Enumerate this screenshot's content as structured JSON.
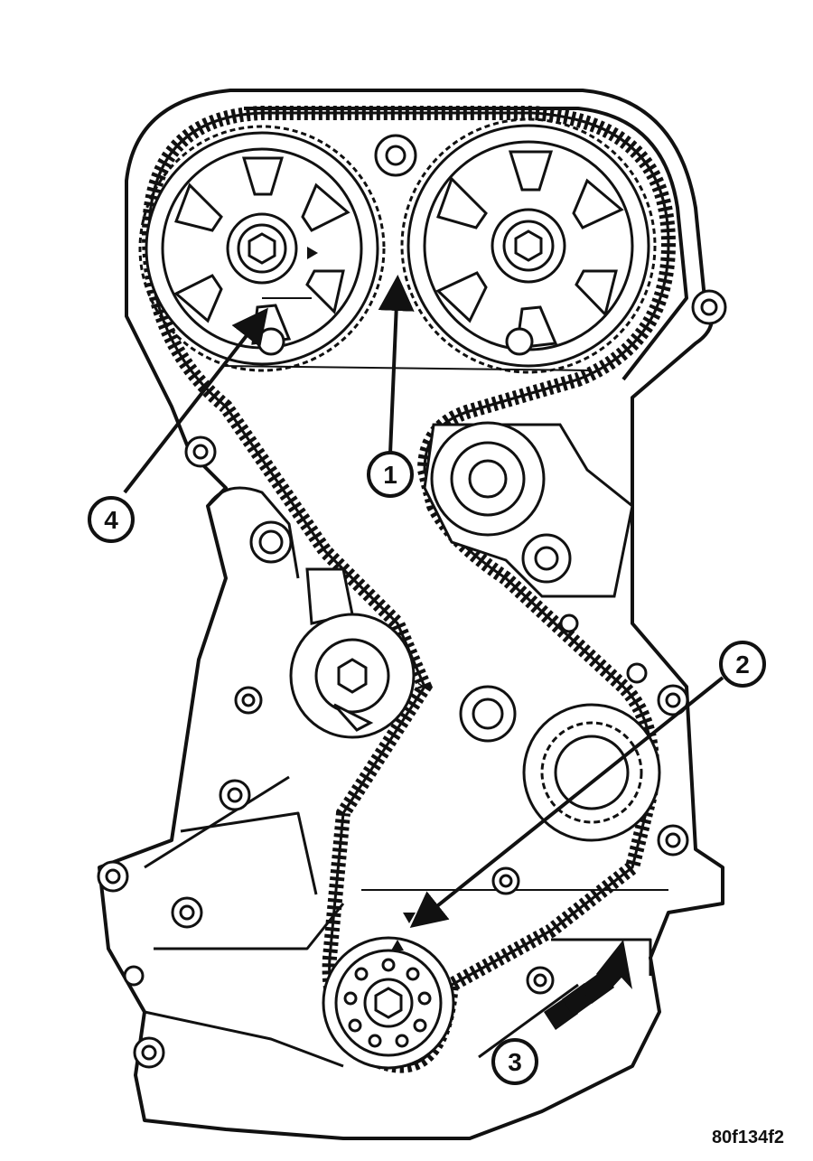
{
  "callouts": [
    {
      "id": "1",
      "label": "1"
    },
    {
      "id": "2",
      "label": "2"
    },
    {
      "id": "3",
      "label": "3"
    },
    {
      "id": "4",
      "label": "4"
    }
  ],
  "figure_code": "80f134f2",
  "colors": {
    "line": "#111111",
    "background": "#ffffff",
    "fill": "#ffffff"
  }
}
